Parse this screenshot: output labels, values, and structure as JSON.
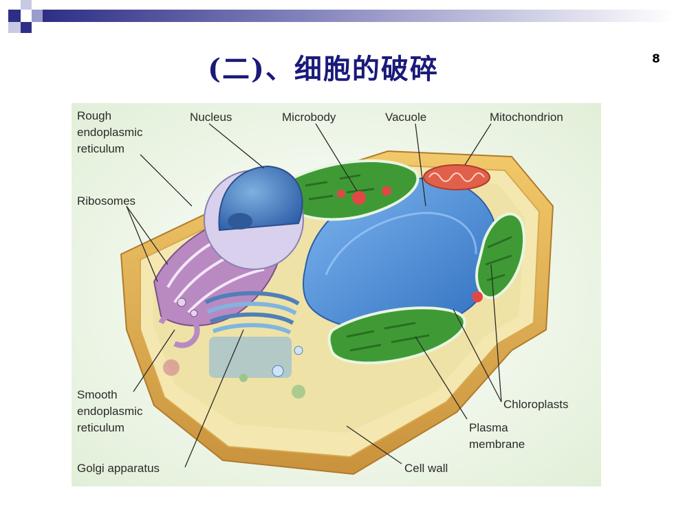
{
  "slide": {
    "title": "(二)、细胞的破碎",
    "page_number": "8"
  },
  "figure": {
    "labels": {
      "rough_er": [
        "Rough",
        "endoplasmic",
        "reticulum"
      ],
      "nucleus": "Nucleus",
      "microbody": "Microbody",
      "vacuole": "Vacuole",
      "mitochondrion": "Mitochondrion",
      "ribosomes": "Ribosomes",
      "smooth_er": [
        "Smooth",
        "endoplasmic",
        "reticulum"
      ],
      "golgi": "Golgi apparatus",
      "cell_wall": "Cell wall",
      "plasma_membrane": [
        "Plasma",
        "membrane"
      ],
      "chloroplasts": "Chloroplasts"
    },
    "colors": {
      "background": "#eef5e8",
      "cell_wall": "#e8b85a",
      "cytoplasm": "#f0e6a8",
      "vacuole": "#4f8fd8",
      "nucleus": "#5d8ec9",
      "chloroplast": "#3f9a36",
      "mitochondrion": "#e0604a",
      "er": "#b98ac2",
      "golgi": "#7fb5e0"
    }
  }
}
